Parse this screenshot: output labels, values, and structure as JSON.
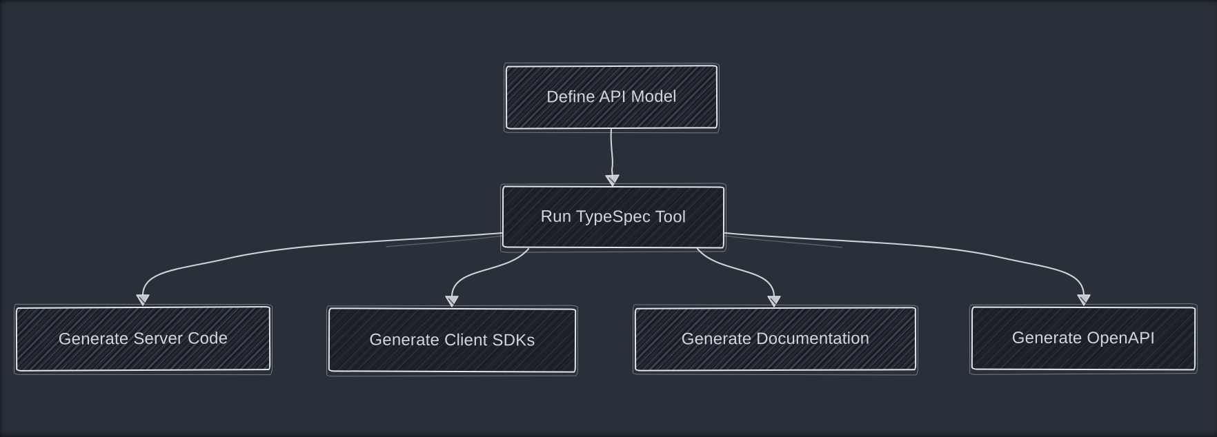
{
  "diagram": {
    "type": "flowchart",
    "direction": "top-down",
    "style": "hand-drawn-sketch",
    "colors": {
      "background": "#2a303a",
      "node_fill": "#20252c",
      "node_stroke": "#e4e6e9",
      "edge": "#d9dbdf",
      "text": "#d3d4d7"
    },
    "nodes": [
      {
        "id": "define-api-model",
        "label": "Define API Model",
        "texture": "hatched-strong"
      },
      {
        "id": "run-typespec-tool",
        "label": "Run TypeSpec Tool",
        "texture": "hatched-light"
      },
      {
        "id": "generate-server-code",
        "label": "Generate Server Code",
        "texture": "hatched-strong"
      },
      {
        "id": "generate-client-sdks",
        "label": "Generate Client SDKs",
        "texture": "hatched-light"
      },
      {
        "id": "generate-documentation",
        "label": "Generate Documentation",
        "texture": "hatched-strong"
      },
      {
        "id": "generate-openapi",
        "label": "Generate OpenAPI",
        "texture": "hatched-light"
      }
    ],
    "edges": [
      {
        "from": "define-api-model",
        "to": "run-typespec-tool"
      },
      {
        "from": "run-typespec-tool",
        "to": "generate-server-code"
      },
      {
        "from": "run-typespec-tool",
        "to": "generate-client-sdks"
      },
      {
        "from": "run-typespec-tool",
        "to": "generate-documentation"
      },
      {
        "from": "run-typespec-tool",
        "to": "generate-openapi"
      }
    ]
  }
}
